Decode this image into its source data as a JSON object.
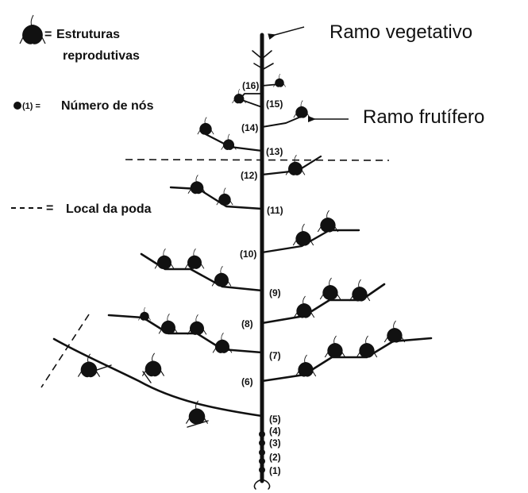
{
  "legend": {
    "reproductive": {
      "symbol": "=",
      "label_line1": "Estruturas",
      "label_line2": "reprodutivas"
    },
    "nodes": {
      "symbol": "(1) =",
      "label": "Número de nós"
    },
    "pruning": {
      "symbol": "=",
      "label": "Local da poda"
    }
  },
  "callouts": {
    "vegetative_branch": "Ramo vegetativo",
    "fruiting_branch": "Ramo frutífero"
  },
  "node_labels": [
    "(1)",
    "(2)",
    "(3)",
    "(4)",
    "(5)",
    "(6)",
    "(7)",
    "(8)",
    "(9)",
    "(10)",
    "(11)",
    "(12)",
    "(13)",
    "(14)",
    "(15)",
    "(16)"
  ],
  "colors": {
    "ink": "#111111",
    "background": "#ffffff"
  },
  "icons": {
    "reproductive_structure": "cotton-boll-icon",
    "node_marker": "node-dot-icon",
    "arrow": "arrow-left-icon"
  }
}
